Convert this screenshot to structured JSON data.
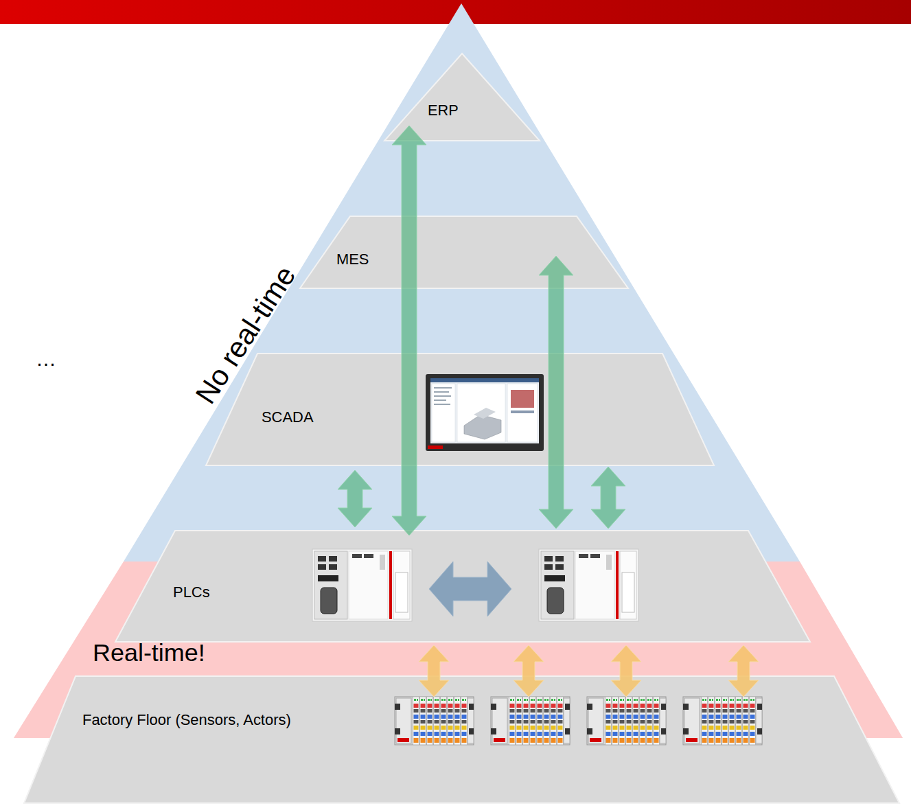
{
  "diagram": {
    "nodes": [
      {
        "text": [
          "No real-time"
        ]
      },
      {
        "text": [
          "ERP"
        ],
        "in": 0
      },
      {
        "text": [
          "MES"
        ],
        "in": 0
      },
      {
        "text": [
          "SCADA"
        ],
        "in": 0
      },
      {
        "text": [
          "Real-time!"
        ]
      },
      {
        "text": [
          "PLCs"
        ]
      },
      {
        "text": [
          "Factory Floor (Sensors, Actors)"
        ]
      }
    ],
    "edges": [
      {
        "from": 5,
        "to": 3,
        "arrow": "both"
      },
      {
        "from": 5,
        "to": 1,
        "arrow": "both"
      },
      {
        "from": 5,
        "to": 2,
        "arrow": "both"
      },
      {
        "from": 5,
        "to": 3,
        "arrow": "both"
      },
      {
        "from": 5,
        "to": 6,
        "arrow": "both"
      },
      {
        "from": 5,
        "to": 6,
        "arrow": "both"
      },
      {
        "from": 5,
        "to": 6,
        "arrow": "both"
      },
      {
        "from": 5,
        "to": 6,
        "arrow": "both"
      }
    ],
    "labels": [
      "…"
    ]
  }
}
